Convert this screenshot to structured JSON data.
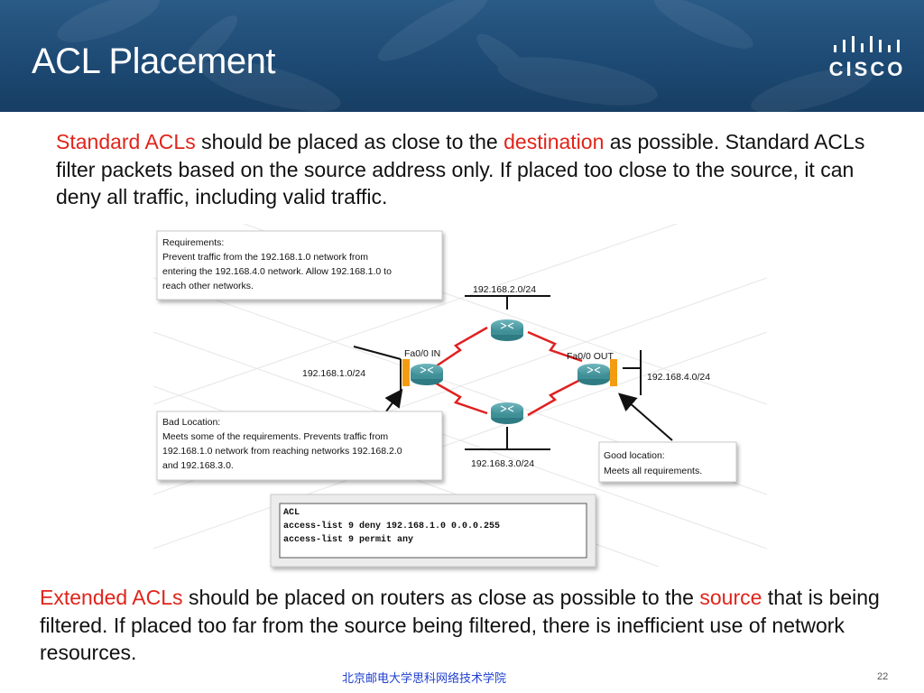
{
  "slide": {
    "title": "ACL Placement",
    "logo_text": "CISCO",
    "footer": "北京邮电大学思科网络技术学院",
    "page_number": "22"
  },
  "paragraph1": {
    "highlight1": "Standard ACLs",
    "text1": " should be placed as close to the ",
    "highlight2": "destination",
    "text2": " as possible. Standard ACLs filter packets based on the source address only. If placed too close to the source, it can deny all traffic, including valid traffic."
  },
  "paragraph2": {
    "highlight1": "Extended ACLs",
    "text1": " should be placed on routers as close as possible to the ",
    "highlight2": "source",
    "text2": " that is being filtered. If placed too far from the source being filtered, there is inefficient use of network resources."
  },
  "diagram": {
    "requirements": {
      "heading": "Requirements:",
      "line1": "Prevent traffic from the 192.168.1.0 network from",
      "line2": "entering the 192.168.4.0 network. Allow 192.168.1.0 to",
      "line3": "reach other networks."
    },
    "bad_location": {
      "heading": "Bad Location:",
      "line1": "Meets some of the requirements. Prevents traffic from",
      "line2": "192.168.1.0 network from reaching networks 192.168.2.0",
      "line3": "and 192.168.3.0."
    },
    "good_location": {
      "heading": "Good location:",
      "line1": "Meets all requirements."
    },
    "networks": {
      "top": "192.168.2.0/24",
      "left": "192.168.1.0/24",
      "right": "192.168.4.0/24",
      "bottom": "192.168.3.0/24"
    },
    "interfaces": {
      "left": "Fa0/0 IN",
      "right": "Fa0/0 OUT"
    },
    "acl": {
      "heading": "ACL",
      "line1": "access-list 9 deny 192.168.1.0  0.0.0.255",
      "line2": "access-list 9 permit  any"
    }
  },
  "colors": {
    "header": "#1d4a74",
    "highlight": "#e0241b",
    "footer_text": "#1f3fcf",
    "router": "#3f8f97",
    "interface_marker": "#f39c12"
  }
}
